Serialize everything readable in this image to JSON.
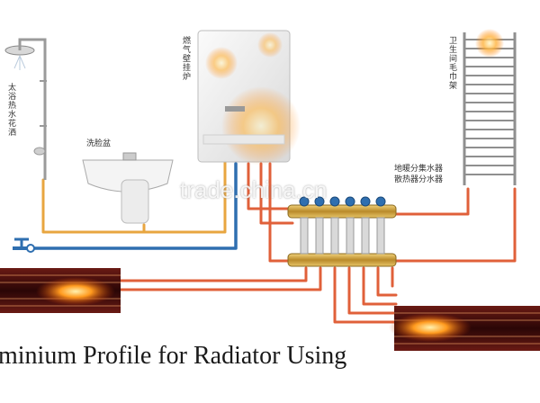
{
  "labels": {
    "shower": "太浴热水花洒",
    "basin": "洗脸盆",
    "boiler": "燃气壁挂炉",
    "towel_rack": "卫生间毛巾架",
    "manifold_line1": "地暖分集水器",
    "manifold_line2": "散热器分水器"
  },
  "watermark": "trade.china.cn",
  "caption": "minium Profile for Radiator Using",
  "colors": {
    "hot_pipe": "#e0603a",
    "cold_pipe": "#2f6fb0",
    "gas_pipe": "#e8a640",
    "fire": "#ff9a1e",
    "profile": "#3a0d0d"
  },
  "icons": [
    "shower-icon",
    "sink-icon",
    "boiler-icon",
    "towel-rack-icon",
    "manifold-icon",
    "valve-icon",
    "radiator-profile-icon"
  ]
}
